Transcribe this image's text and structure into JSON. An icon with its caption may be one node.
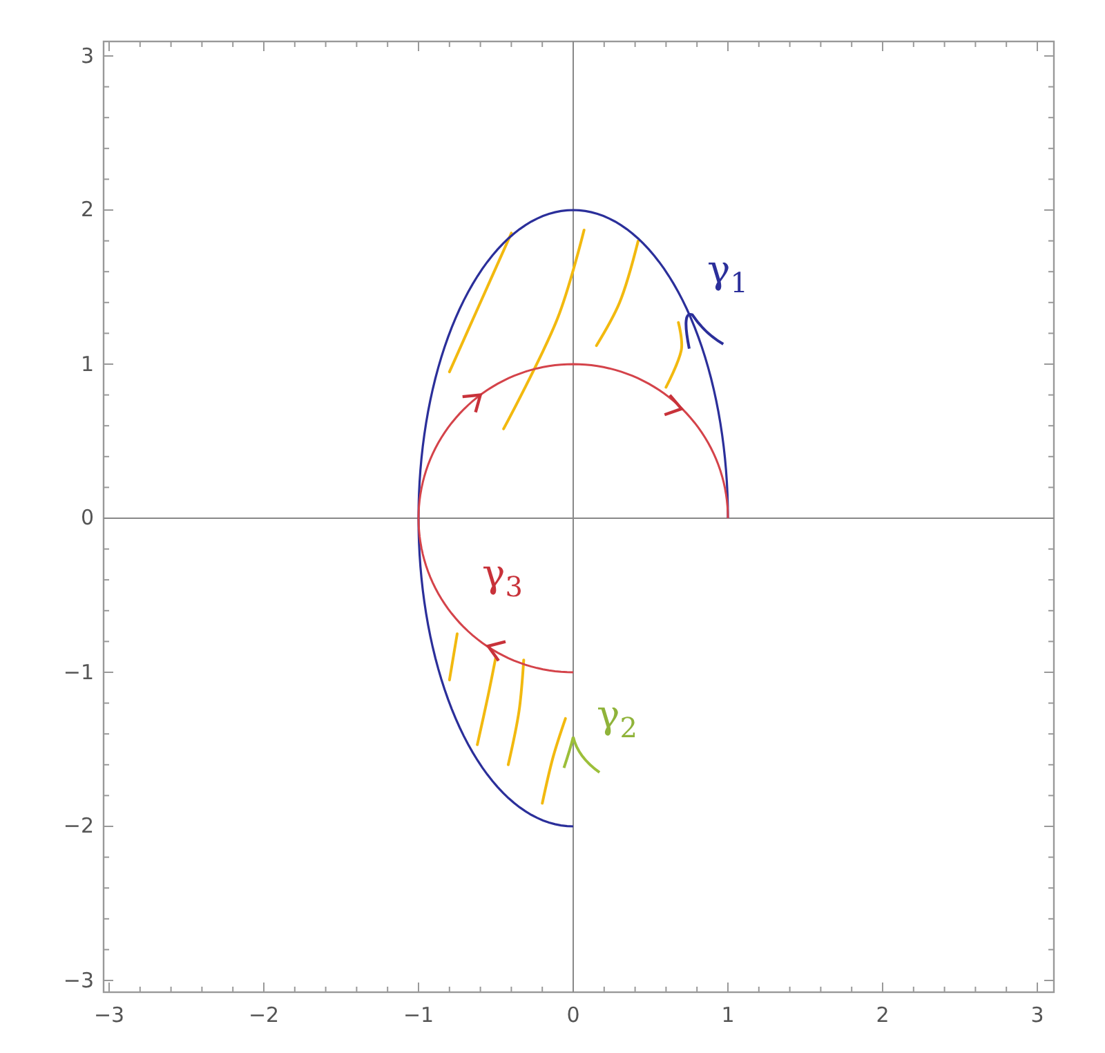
{
  "diagram": {
    "labels": [
      "3",
      "2",
      "1",
      "0",
      "−1",
      "−2",
      "−3",
      "−3",
      "−2",
      "−1",
      "0",
      "1",
      "2",
      "3",
      "γ$_{1}$",
      "γ$_{3}$",
      "γ$_{2}$"
    ]
  }
}
